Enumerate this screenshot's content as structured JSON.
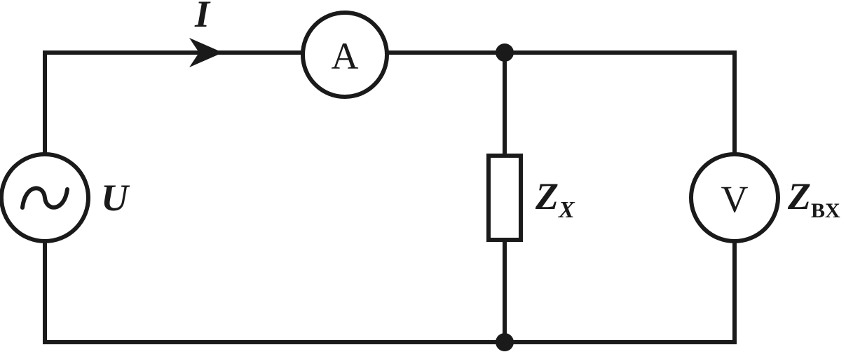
{
  "diagram": {
    "current_label": "I",
    "source_label": "U",
    "ammeter_label": "A",
    "voltmeter_label": "V",
    "impedance_x": {
      "main": "Z",
      "sub": "X"
    },
    "impedance_in": {
      "main": "Z",
      "sub": "BX"
    },
    "colors": {
      "line": "#1a1a1a",
      "background": "#ffffff"
    },
    "source_icon": "ac-sine-wave-icon",
    "current_direction_icon": "arrow-right-icon"
  }
}
